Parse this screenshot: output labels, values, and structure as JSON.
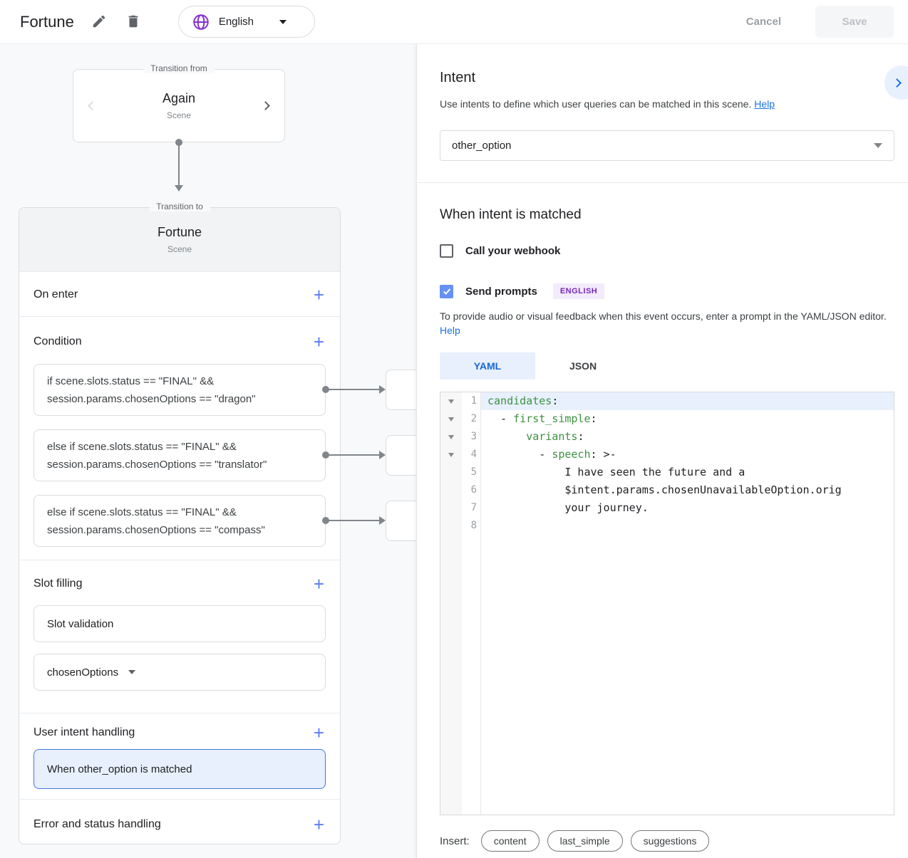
{
  "colors": {
    "accent_blue": "#5b7cfa",
    "link_blue": "#1a73e8",
    "selection_blue_bg": "#e8f0fe",
    "checkbox_blue": "#6691f4",
    "globe_purple": "#8430ce",
    "badge_purple_text": "#7627bb",
    "badge_purple_bg": "#f3ebfc",
    "code_key_green": "#3d9140",
    "connector_gray": "#80868b",
    "canvas_bg": "#f8f9fa"
  },
  "topbar": {
    "title": "Fortune",
    "language": "English",
    "cancel_label": "Cancel",
    "save_label": "Save"
  },
  "canvas": {
    "transition_from": {
      "label": "Transition from",
      "name": "Again",
      "type": "Scene"
    },
    "transition_to": {
      "label": "Transition to",
      "name": "Fortune",
      "type": "Scene"
    },
    "sections": {
      "on_enter": "On enter",
      "condition": "Condition",
      "slot_filling": "Slot filling",
      "user_intent_handling": "User intent handling",
      "error_status": "Error and status handling"
    },
    "conditions": [
      {
        "line1": "if scene.slots.status == \"FINAL\" &&",
        "line2": "session.params.chosenOptions == \"dragon\""
      },
      {
        "line1": "else if scene.slots.status == \"FINAL\" &&",
        "line2": "session.params.chosenOptions == \"translator\""
      },
      {
        "line1": "else if scene.slots.status == \"FINAL\" &&",
        "line2": "session.params.chosenOptions == \"compass\""
      }
    ],
    "slot_validation": "Slot validation",
    "slot_param": "chosenOptions",
    "intent_handler": "When other_option is matched"
  },
  "panel": {
    "title": "Intent",
    "description": "Use intents to define which user queries can be matched in this scene.",
    "help_label": "Help",
    "intent_selected": "other_option",
    "matched_title": "When intent is matched",
    "webhook_label": "Call your webhook",
    "prompts_label": "Send prompts",
    "language_badge": "ENGLISH",
    "prompt_description": "To provide audio or visual feedback when this event occurs, enter a prompt in the YAML/JSON editor.",
    "prompt_help_label": "Help",
    "tabs": {
      "yaml": "YAML",
      "json": "JSON"
    },
    "insert_label": "Insert:",
    "insert_chips": [
      "content",
      "last_simple",
      "suggestions"
    ]
  },
  "editor": {
    "lines": [
      {
        "num": "1",
        "fold": true,
        "active": true,
        "segments": [
          [
            "k",
            "candidates"
          ],
          [
            "p",
            ":"
          ]
        ]
      },
      {
        "num": "2",
        "fold": true,
        "active": false,
        "segments": [
          [
            "p",
            "  - "
          ],
          [
            "k",
            "first_simple"
          ],
          [
            "p",
            ":"
          ]
        ]
      },
      {
        "num": "3",
        "fold": true,
        "active": false,
        "segments": [
          [
            "p",
            "      "
          ],
          [
            "k",
            "variants"
          ],
          [
            "p",
            ":"
          ]
        ]
      },
      {
        "num": "4",
        "fold": true,
        "active": false,
        "segments": [
          [
            "p",
            "        - "
          ],
          [
            "k",
            "speech"
          ],
          [
            "p",
            ": >-"
          ]
        ]
      },
      {
        "num": "5",
        "fold": false,
        "active": false,
        "segments": [
          [
            "p",
            "            I have seen the future and a"
          ]
        ]
      },
      {
        "num": "6",
        "fold": false,
        "active": false,
        "segments": [
          [
            "p",
            "            $intent.params.chosenUnavailableOption.orig"
          ]
        ]
      },
      {
        "num": "7",
        "fold": false,
        "active": false,
        "segments": [
          [
            "p",
            "            your journey."
          ]
        ]
      },
      {
        "num": "8",
        "fold": false,
        "active": false,
        "segments": []
      }
    ]
  }
}
